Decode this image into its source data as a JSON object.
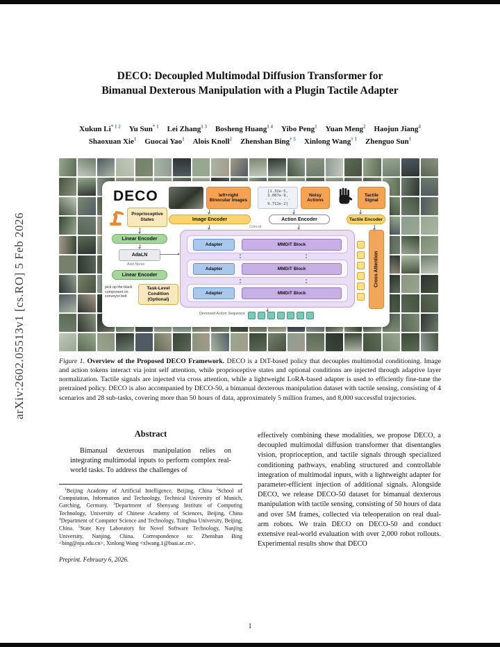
{
  "arxiv_sidebar": "arXiv:2602.05513v1  [cs.RO]  5 Feb 2026",
  "page": {
    "number": "1"
  },
  "colors": {
    "accent_orange": "#f5a353",
    "accent_purple": "#c7b0e6",
    "accent_yellow": "#fbd46d",
    "accent_green": "#a5d69b",
    "accent_blue": "#a9c8eb",
    "accent_teal": "#79cbb8"
  },
  "header": {
    "title_line1": "DECO: Decoupled Multimodal Diffusion Transformer for",
    "title_line2": "Bimanual Dexterous Manipulation with a Plugin Tactile Adapter"
  },
  "authors": {
    "line1": [
      {
        "name": "Xukun Li",
        "sup": "* 1 2"
      },
      {
        "name": "Yu Sun",
        "sup": "* 1"
      },
      {
        "name": "Lei Zhang",
        "sup": "1 3"
      },
      {
        "name": "Bosheng Huang",
        "sup": "1 4"
      },
      {
        "name": "Yibo Peng",
        "sup": "1"
      },
      {
        "name": "Yuan Meng",
        "sup": "2"
      },
      {
        "name": "Haojun Jiang",
        "sup": "4"
      }
    ],
    "line2": [
      {
        "name": "Shaoxuan Xie",
        "sup": "1"
      },
      {
        "name": "Guocai Yao",
        "sup": "1"
      },
      {
        "name": "Alois Knoll",
        "sup": "2"
      },
      {
        "name": "Zhenshan Bing",
        "sup": "† 5"
      },
      {
        "name": "Xinlong Wang",
        "sup": "† 1"
      },
      {
        "name": "Zhenguo Sun",
        "sup": "1"
      }
    ]
  },
  "figure": {
    "grid": {
      "cols": 20,
      "rows": 10
    },
    "thumbnail_palette": [
      "#7a8a72",
      "#5c6b55",
      "#98a78f",
      "#46523f",
      "#8e9c93",
      "#6d7d6e",
      "#aab5a3",
      "#394736",
      "#77806b",
      "#596455",
      "#8b937f",
      "#2e3430",
      "#c2c8bc",
      "#a39b8a",
      "#4f5a62"
    ],
    "diagram": {
      "logo": "DECO",
      "binocular_label": "left+right Binocular Images",
      "noisy_values": "[1.32e-5, 3.087e-9,\n· · · · · ·\n9.712e-2]",
      "noisy_label": "Noisy Actions",
      "tactile_label": "Tactile Signal",
      "image_encoder": "Image Encoder",
      "action_encoder": "Action Encoder",
      "tactile_encoder": "Tactile Encoder",
      "concat_label": "Concat",
      "proprio_label": "Proprioceptive States",
      "linear_encoder": "Linear Encoder",
      "adaln": "AdaLN",
      "add_noise": "Add Noise",
      "task_text": "pick up the black component on conveyor belt",
      "task_condition": "Task-Level Condition (Optional)",
      "adapter": "Adapter",
      "mmdit": "MMDiT Block",
      "block_count": 3,
      "cross_attention": "Cross Attention",
      "token_count": 6,
      "denoised_label": "Denoised Action Sequence",
      "action_square_count": 7
    }
  },
  "caption": {
    "label": "Figure 1.",
    "title": "Overview of the Proposed DECO Framework.",
    "text": "DECO is a DiT-based policy that decouples multimodal conditioning. Image and action tokens interact via joint self attention, while proprioceptive states and optional conditions are injected through adaptive layer normalization. Tactile signals are injected via cross attention, while a lightweight LoRA-based adapter is used to efficiently fine-tune the pretrained policy. DECO is also accompanied by DECO-50, a bimanual dexterous manipulation dataset with tactile sensing, consisting of 4 scenarios and 28 sub-tasks, covering more than 50 hours of data, approximately 5 million frames, and 8,000 successful trajectories."
  },
  "abstract": {
    "heading": "Abstract",
    "text": "Bimanual dexterous manipulation relies on integrating multimodal inputs to perform complex real-world tasks. To address the challenges of"
  },
  "footnote": {
    "segments": [
      {
        "sup": "1",
        "text": "Beijing Academy of Artificial Intelligence, Beijing, China "
      },
      {
        "sup": "2",
        "text": "School of Computation, Information and Technology, Technical University of Munich, Garching, Germany. "
      },
      {
        "sup": "3",
        "text": "Department of Shenyang Institute of Computing Technology, University of Chinese Academy of Sciences, Beijing, China "
      },
      {
        "sup": "4",
        "text": "Department of Computer Science and Technology, Tsinghua University, Beijing, China. "
      },
      {
        "sup": "5",
        "text": "State Key Laboratory for Novel Software Technology, Nanjing University, Nanjing, China. Correspondence to: Zhenshan Bing <bing@nju.edu.cn>, Xinlong Wang <xlwang.1@baai.ac.cn>."
      }
    ],
    "preprint": "Preprint. February 6, 2026."
  },
  "right_column": {
    "text": "effectively combining these modalities, we propose DECO, a decoupled multimodal diffusion transformer that disentangles vision, proprioception, and tactile signals through specialized conditioning pathways, enabling structured and controllable integration of multimodal inputs, with a lightweight adapter for parameter-efficient injection of additional signals. Alongside DECO, we release DECO-50 dataset for bimanual dexterous manipulation with tactile sensing, consisting of 50 hours of data and over 5M frames, collected via teleoperation on real dual-arm robots. We train DECO on DECO-50 and conduct extensive real-world evaluation with over 2,000 robot rollouts. Experimental results show that DECO"
  }
}
